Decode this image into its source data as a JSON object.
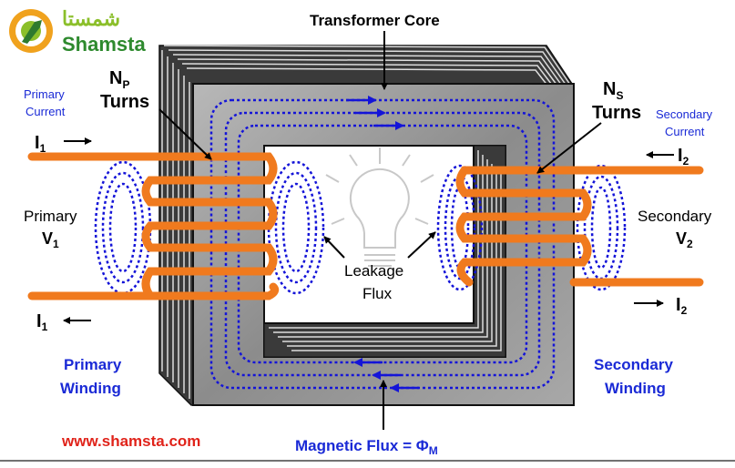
{
  "brand": {
    "logo_arabic": "شمستا",
    "logo_latin": "Shamsta",
    "website": "www.shamsta.com"
  },
  "labels": {
    "core": "Transformer Core",
    "np_n": "N",
    "np_sub": "P",
    "np_turns": "Turns",
    "ns_n": "N",
    "ns_sub": "S",
    "ns_turns": "Turns",
    "primary_current_1": "Primary",
    "primary_current_2": "Current",
    "secondary_current_1": "Secondary",
    "secondary_current_2": "Current",
    "i1": "I",
    "i1_sub": "1",
    "i2": "I",
    "i2_sub": "2",
    "primary": "Primary",
    "v1": "V",
    "v1_sub": "1",
    "secondary": "Secondary",
    "v2": "V",
    "v2_sub": "2",
    "leakage_1": "Leakage",
    "leakage_2": "Flux",
    "primary_winding_1": "Primary",
    "primary_winding_2": "Winding",
    "secondary_winding_1": "Secondary",
    "secondary_winding_2": "Winding",
    "flux_label": "Magnetic Flux  = Φ",
    "flux_sub": "M"
  },
  "colors": {
    "copper": "#f07a1e",
    "flux": "#1414d8",
    "label_blue": "#1a2ad6",
    "core_face": "#9a9a9a",
    "core_dark": "#2c2c2c",
    "website": "#e0231a"
  }
}
